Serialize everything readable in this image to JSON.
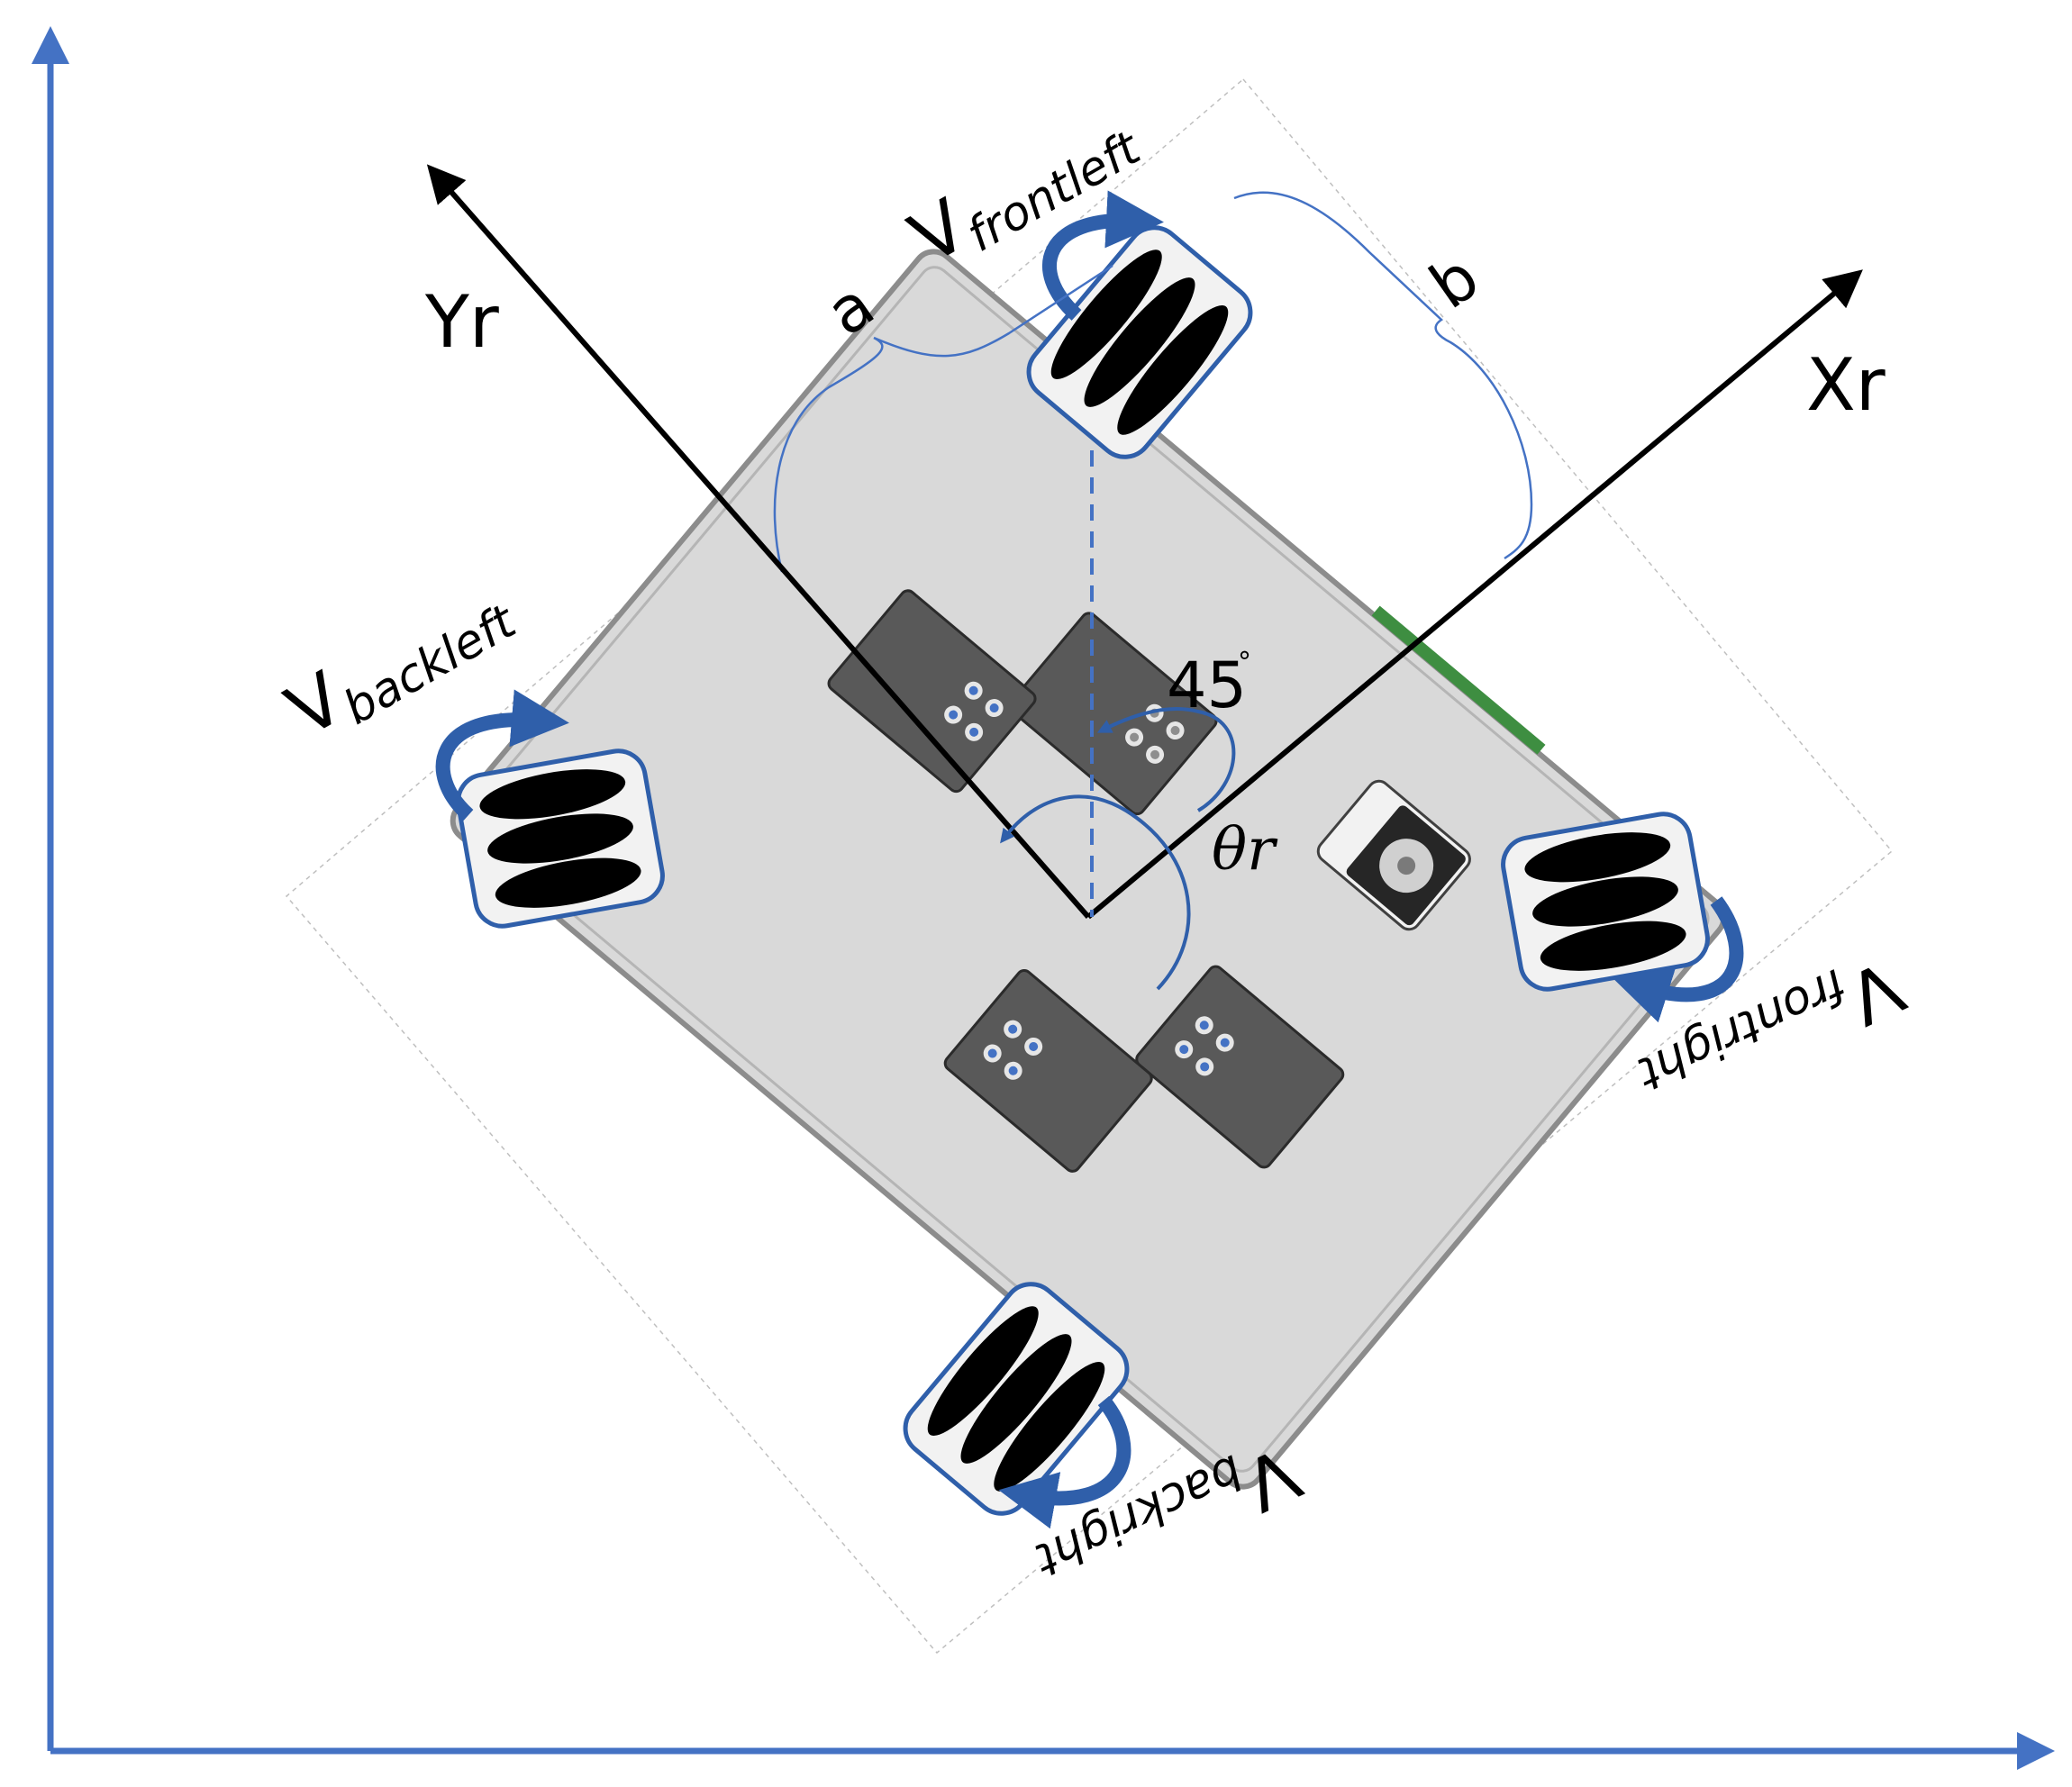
{
  "labels": {
    "yr": "Yr",
    "xr": "Xr",
    "a": "a",
    "b": "b",
    "angle_45": "45",
    "degree_mark": "°",
    "theta_r": "θr"
  },
  "wheels": {
    "front_left": {
      "v": "V",
      "sub": "frontleft"
    },
    "back_left": {
      "v": "V",
      "sub": "backleft"
    },
    "front_right": {
      "v": "V",
      "sub": "frontright"
    },
    "back_right": {
      "v": "V",
      "sub": "backright"
    }
  },
  "colors": {
    "axis_blue": "#4472C4",
    "arrow_blue": "#2F5FAA",
    "chassis_fill": "#D9D9D9",
    "chassis_edge": "#8C8C8C",
    "module_fill": "#595959",
    "wheel_pad": "#F2F2F2",
    "roller": "#000000",
    "green_board": "#3E8E41"
  }
}
